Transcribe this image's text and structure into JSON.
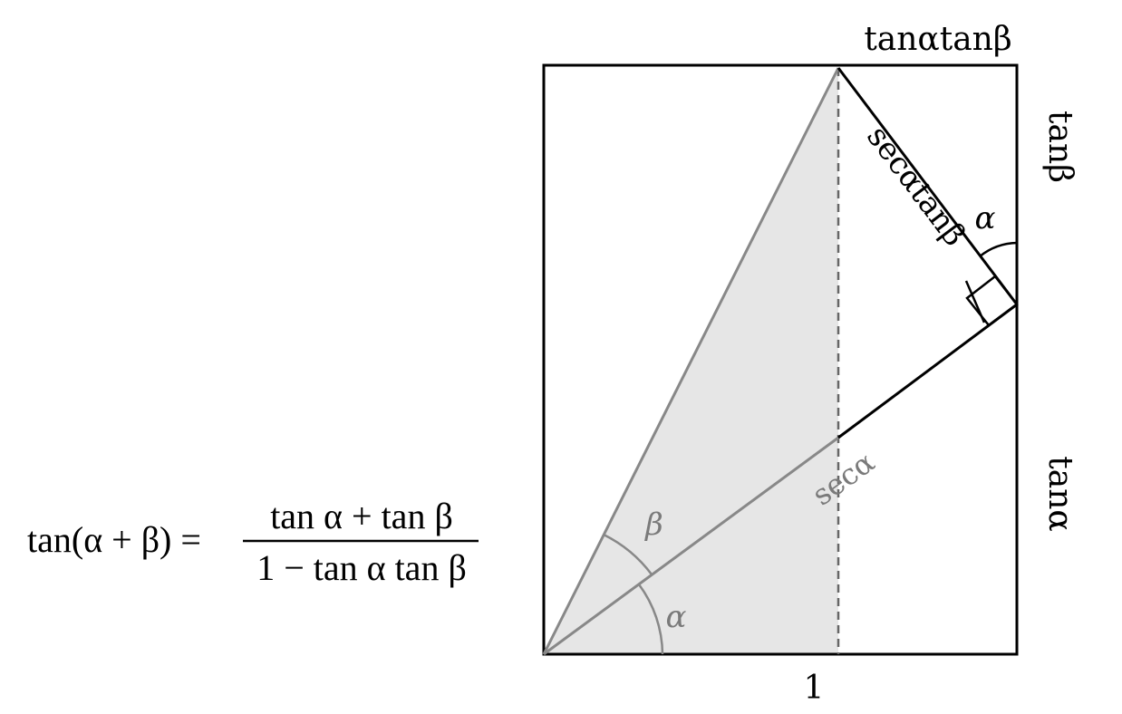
{
  "formula": {
    "lhs": "tan(α + β) =",
    "numerator": "tan α + tan β",
    "denominator": "1 − tan α tan β"
  },
  "labels": {
    "top": "tanαtanβ",
    "right_top": "tanβ",
    "right_bottom": "tanα",
    "bottom": "1",
    "hypotenuse_small": "secαtanβ",
    "hypotenuse_main": "secα",
    "angle_alpha_bottom": "α",
    "angle_beta": "β",
    "angle_alpha_right": "α"
  },
  "colors": {
    "stroke": "#000000",
    "gray_stroke": "#808080",
    "shade_fill": "#e6e6e6",
    "gray_text": "#7a7a7a"
  }
}
